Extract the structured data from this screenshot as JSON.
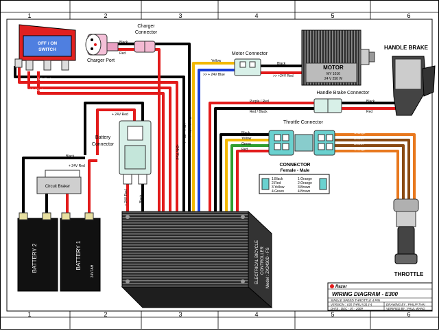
{
  "grid": {
    "columns": [
      "1",
      "2",
      "3",
      "4",
      "5",
      "6"
    ]
  },
  "components": {
    "switch": {
      "label_line1": "OFF / ON",
      "label_line2": "SWITCH"
    },
    "charger_port": {
      "label": "Charger Port"
    },
    "charger_connector": {
      "label_line1": "Charger",
      "label_line2": "Connector"
    },
    "motor_connector": {
      "label": "Motor Connector"
    },
    "motor": {
      "label": "MOTOR",
      "model": "MY 1016",
      "rating": "24 V 250 W"
    },
    "handle_brake": {
      "label": "HANDLE BRAKE"
    },
    "handle_brake_connector": {
      "label": "Handle Brake Connector"
    },
    "throttle_connector": {
      "label": "Throttle Connector"
    },
    "battery_connector": {
      "label_line1": "Battery",
      "label_line2": "Connector"
    },
    "circuit_braker": {
      "label": "Circuit Braker"
    },
    "battery_1": {
      "label": "BATTERY 1",
      "rating": "24V7AH"
    },
    "battery_2": {
      "label": "BATTERY 2"
    },
    "controller": {
      "line1": "ELECTRICAL BICYCLE",
      "line2": "CONTROLLER",
      "line3": "Model : ZK2430D - FS"
    },
    "throttle": {
      "label": "THROTTLE"
    }
  },
  "connector_table": {
    "title": "CONNECTOR",
    "subtitle": "Female  -  Male",
    "female": [
      "1.Black",
      "2.Red",
      "3.Yellow",
      "4.Green"
    ],
    "male": [
      "1.Orange",
      "2.Orange",
      "3.Brown",
      "4.Brown"
    ]
  },
  "wire_labels": {
    "black": "Black",
    "red": "Red",
    "red_24v": "+ 24V Red",
    "red_24v_alt": "+24V Red",
    "yellow": "Yellow",
    "blue_24v": ">> + 24V Blue",
    "red_motor": ">> +24V Red",
    "purple_red": "Purple / Red",
    "red_black": "Red / Black",
    "green": "Green",
    "orange": "Orange",
    "brown": "Brown",
    "red_24v_vertical": "+ 24V Red",
    "black_vertical": "Black",
    "white_black": "White / Black",
    "purple_black": "Purple / Black"
  },
  "title_block": {
    "brand": "Razor",
    "title": "WIRING DIAGRAM - E300",
    "subtitle": "SINGLE SPEED THROTTLE 4 PIN",
    "version": "VERSION : V20 THRU V31 (+)",
    "drawing_by": "DRAWING BY : PHILIP THAI",
    "date": "DATE : DEC - 07 - 2009",
    "verified_by": "VERIFIED BY : PAUL WANG"
  },
  "colors": {
    "red": "#e21b1b",
    "black": "#111111",
    "yellow": "#f2b800",
    "blue": "#1b3fd6",
    "green": "#2f9e2f",
    "orange": "#e8781e",
    "brown": "#8a4a12",
    "switch_red": "#e02020",
    "switch_blue": "#4f7fe0"
  }
}
